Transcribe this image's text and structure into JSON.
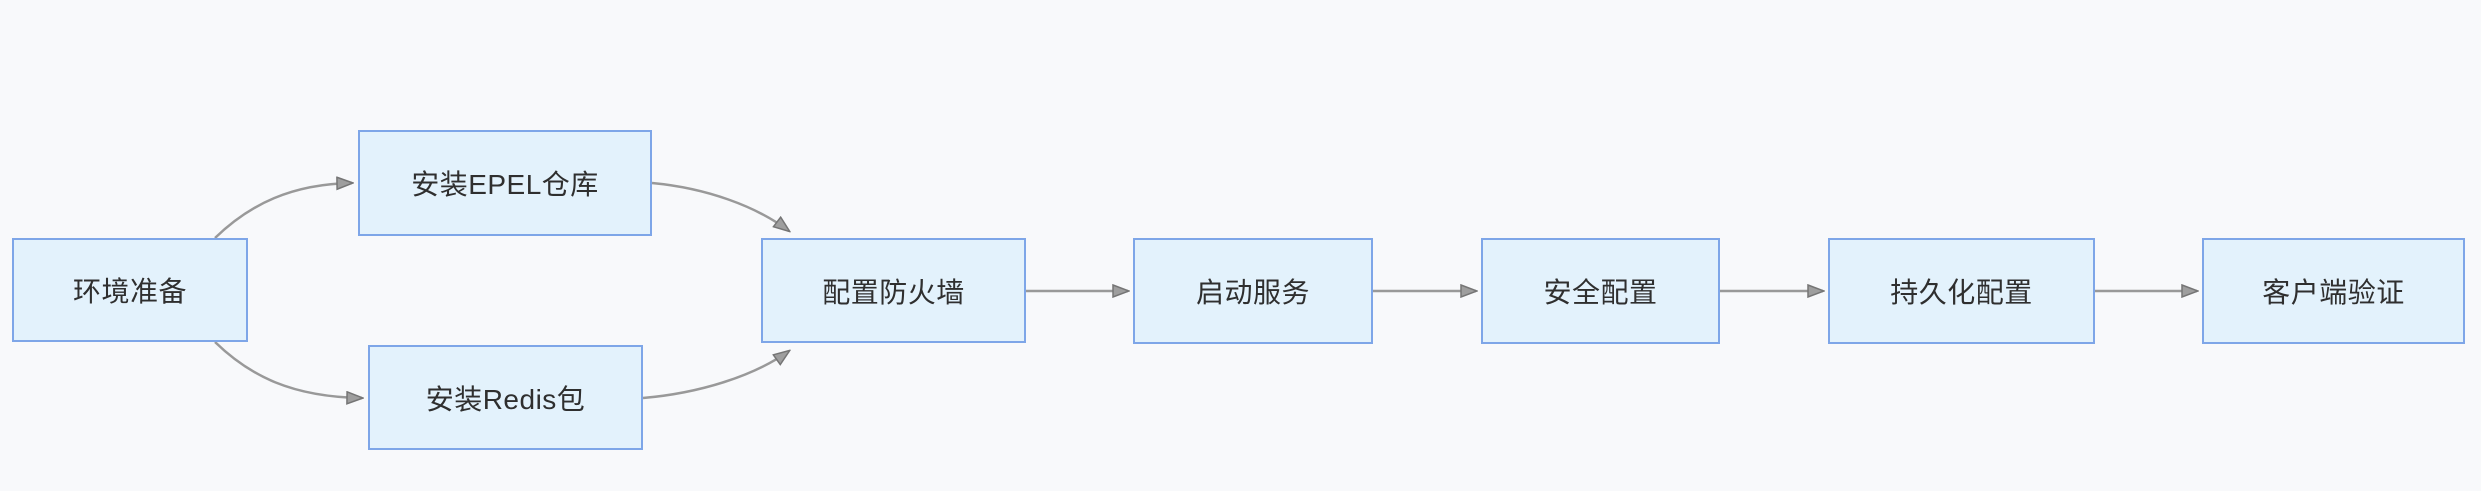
{
  "diagram": {
    "type": "flowchart",
    "direction": "left-to-right",
    "colors": {
      "background": "#f8f9fb",
      "node_fill": "#e3f2fc",
      "node_border": "#7ea6e8",
      "edge_line": "#999999",
      "arrowhead": "#9e9e9e",
      "text": "#2f2f2f"
    },
    "nodes": [
      {
        "id": "env",
        "label": "环境准备"
      },
      {
        "id": "epel",
        "label": "安装EPEL仓库"
      },
      {
        "id": "redis",
        "label": "安装Redis包"
      },
      {
        "id": "firewall",
        "label": "配置防火墙"
      },
      {
        "id": "start",
        "label": "启动服务"
      },
      {
        "id": "security",
        "label": "安全配置"
      },
      {
        "id": "persist",
        "label": "持久化配置"
      },
      {
        "id": "client",
        "label": "客户端验证"
      }
    ],
    "edges": [
      {
        "from": "环境准备",
        "to": "安装EPEL仓库"
      },
      {
        "from": "环境准备",
        "to": "安装Redis包"
      },
      {
        "from": "安装EPEL仓库",
        "to": "配置防火墙"
      },
      {
        "from": "安装Redis包",
        "to": "配置防火墙"
      },
      {
        "from": "配置防火墙",
        "to": "启动服务"
      },
      {
        "from": "启动服务",
        "to": "安全配置"
      },
      {
        "from": "安全配置",
        "to": "持久化配置"
      },
      {
        "from": "持久化配置",
        "to": "客户端验证"
      }
    ]
  }
}
